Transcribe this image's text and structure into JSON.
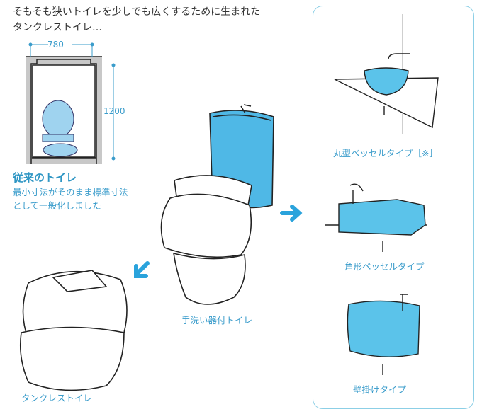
{
  "title_lines": [
    "そもそも狭いトイレを少しでも広くするために生まれた",
    "タンクレストイレ…"
  ],
  "conventional": {
    "dim_width": "780",
    "dim_depth": "1200",
    "heading": "従来のトイレ",
    "desc_lines": [
      "最小寸法がそのまま標準寸法",
      "として一般化しました"
    ]
  },
  "labels": {
    "hand_wash": "手洗い器付トイレ",
    "tankless": "タンクレストイレ"
  },
  "panel": {
    "items": [
      "丸型ベッセルタイプ［※］",
      "角形ベッセルタイプ",
      "壁掛けタイプ"
    ]
  },
  "colors": {
    "accent": "#5bc3ea",
    "text_blue": "#3a9ccb",
    "panel_border": "#8ccfe6"
  }
}
